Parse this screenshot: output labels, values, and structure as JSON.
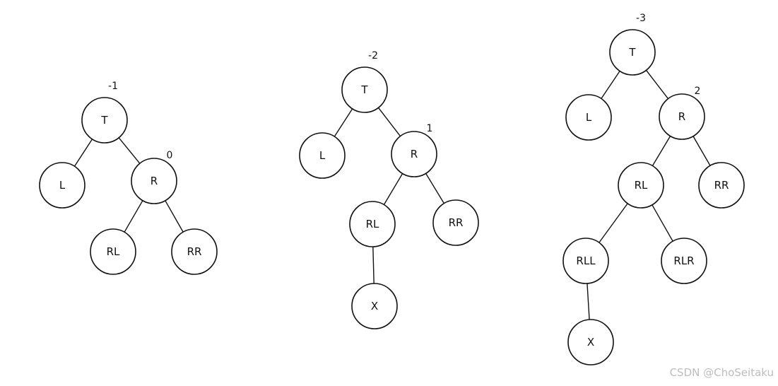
{
  "trees": [
    {
      "id": "tree-1",
      "nodes": [
        {
          "id": "T",
          "label": "T",
          "balance": "-1"
        },
        {
          "id": "L",
          "label": "L"
        },
        {
          "id": "R",
          "label": "R",
          "balance": "0"
        },
        {
          "id": "RL",
          "label": "RL"
        },
        {
          "id": "RR",
          "label": "RR"
        }
      ],
      "edges": [
        [
          "T",
          "L"
        ],
        [
          "T",
          "R"
        ],
        [
          "R",
          "RL"
        ],
        [
          "R",
          "RR"
        ]
      ]
    },
    {
      "id": "tree-2",
      "nodes": [
        {
          "id": "T",
          "label": "T",
          "balance": "-2"
        },
        {
          "id": "L",
          "label": "L"
        },
        {
          "id": "R",
          "label": "R",
          "balance": "1"
        },
        {
          "id": "RL",
          "label": "RL"
        },
        {
          "id": "RR",
          "label": "RR"
        },
        {
          "id": "X",
          "label": "X"
        }
      ],
      "edges": [
        [
          "T",
          "L"
        ],
        [
          "T",
          "R"
        ],
        [
          "R",
          "RL"
        ],
        [
          "R",
          "RR"
        ],
        [
          "RL",
          "X"
        ]
      ]
    },
    {
      "id": "tree-3",
      "nodes": [
        {
          "id": "T",
          "label": "T",
          "balance": "-3"
        },
        {
          "id": "L",
          "label": "L"
        },
        {
          "id": "R",
          "label": "R",
          "balance": "2"
        },
        {
          "id": "RL",
          "label": "RL"
        },
        {
          "id": "RR",
          "label": "RR"
        },
        {
          "id": "RLL",
          "label": "RLL"
        },
        {
          "id": "RLR",
          "label": "RLR"
        },
        {
          "id": "X",
          "label": "X"
        }
      ],
      "edges": [
        [
          "T",
          "L"
        ],
        [
          "T",
          "R"
        ],
        [
          "R",
          "RL"
        ],
        [
          "R",
          "RR"
        ],
        [
          "RL",
          "RLL"
        ],
        [
          "RL",
          "RLR"
        ],
        [
          "RLL",
          "X"
        ]
      ]
    }
  ],
  "watermark": "CSDN @ChoSeitaku"
}
